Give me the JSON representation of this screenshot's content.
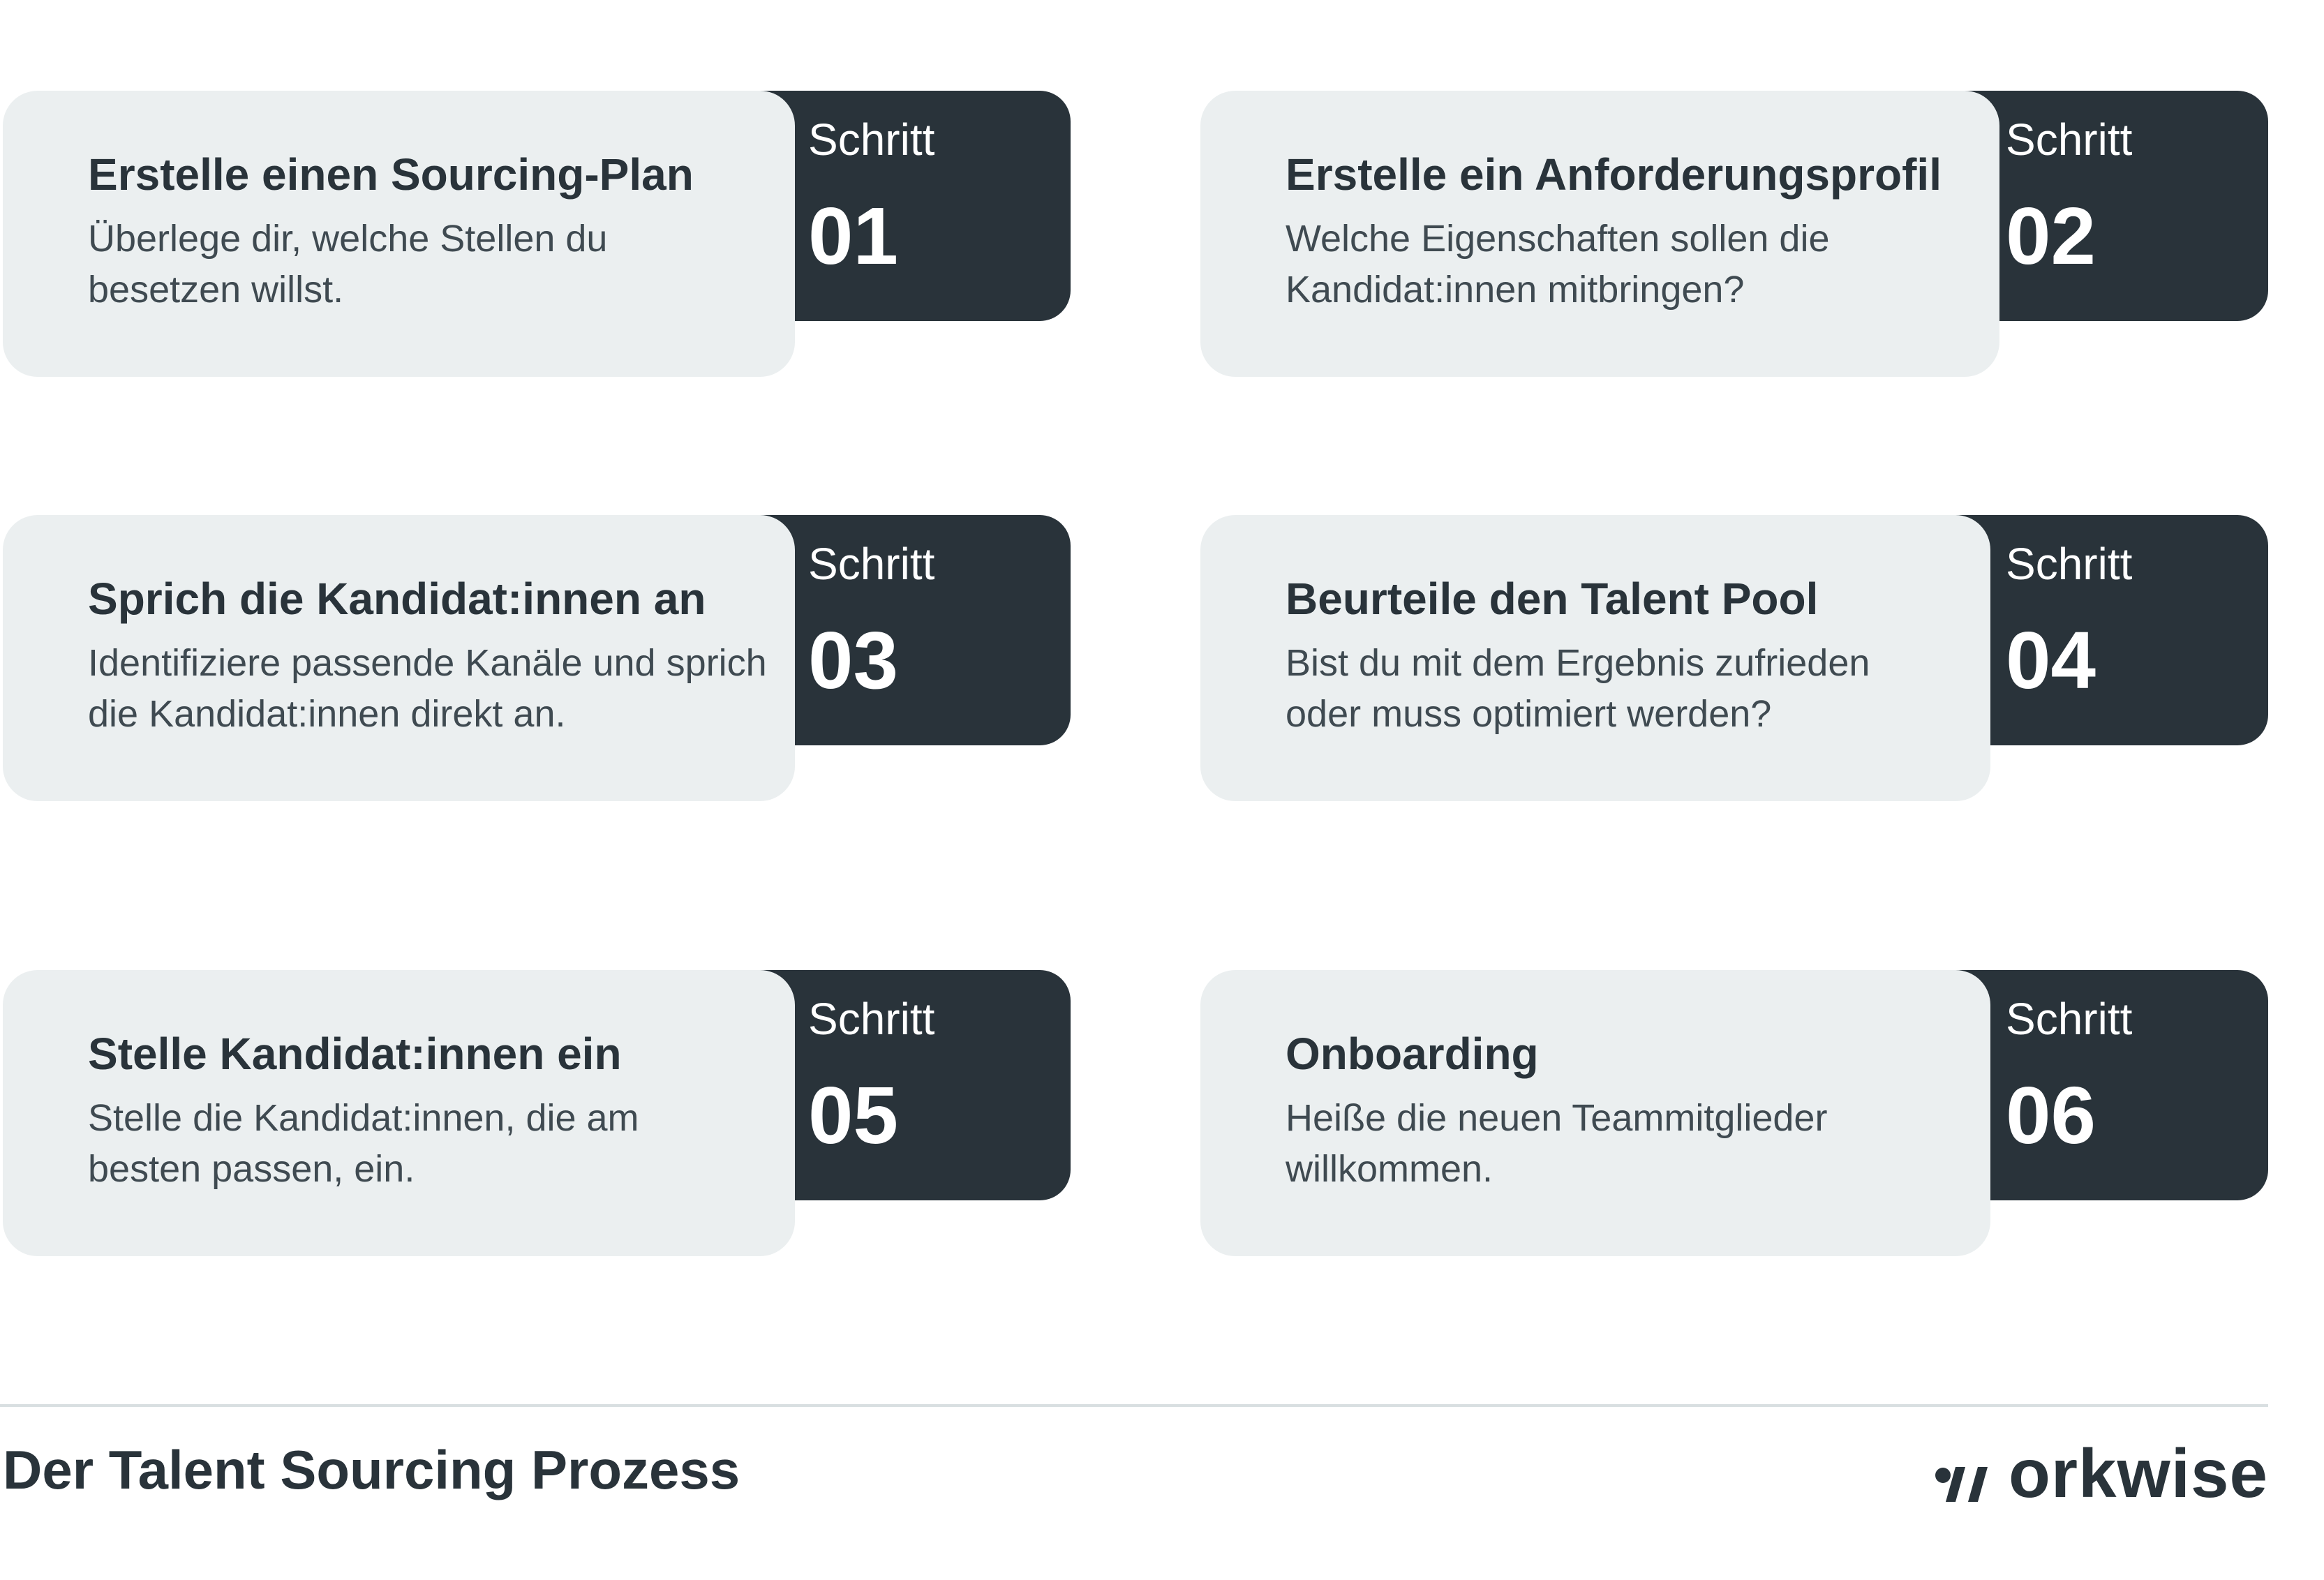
{
  "steps": [
    {
      "label": "Schritt",
      "number": "01",
      "title": "Erstelle einen Sourcing-Plan",
      "description": "Überlege dir, welche Stellen du besetzen willst."
    },
    {
      "label": "Schritt",
      "number": "02",
      "title": "Erstelle ein Anforderungsprofil",
      "description": "Welche Eigenschaften sollen die Kandidat:innen mitbringen?"
    },
    {
      "label": "Schritt",
      "number": "03",
      "title": "Sprich die Kandidat:innen an",
      "description": "Identifiziere passende Kanäle und sprich die Kandidat:innen direkt an."
    },
    {
      "label": "Schritt",
      "number": "04",
      "title": "Beurteile den Talent Pool",
      "description": "Bist du mit dem Ergebnis zufrieden oder muss optimiert werden?"
    },
    {
      "label": "Schritt",
      "number": "05",
      "title": "Stelle Kandidat:innen ein",
      "description": "Stelle die Kandidat:innen, die am besten passen, ein."
    },
    {
      "label": "Schritt",
      "number": "06",
      "title": "Onboarding",
      "description": "Heiße die neuen Teammitglieder willkommen."
    }
  ],
  "footer": {
    "title": "Der Talent Sourcing Prozess",
    "logo_text": "orkwise",
    "logo_icon": "workwise-w-icon"
  },
  "colors": {
    "dark": "#29333a",
    "card": "#ebeff0",
    "divider": "#d9dfe1"
  }
}
